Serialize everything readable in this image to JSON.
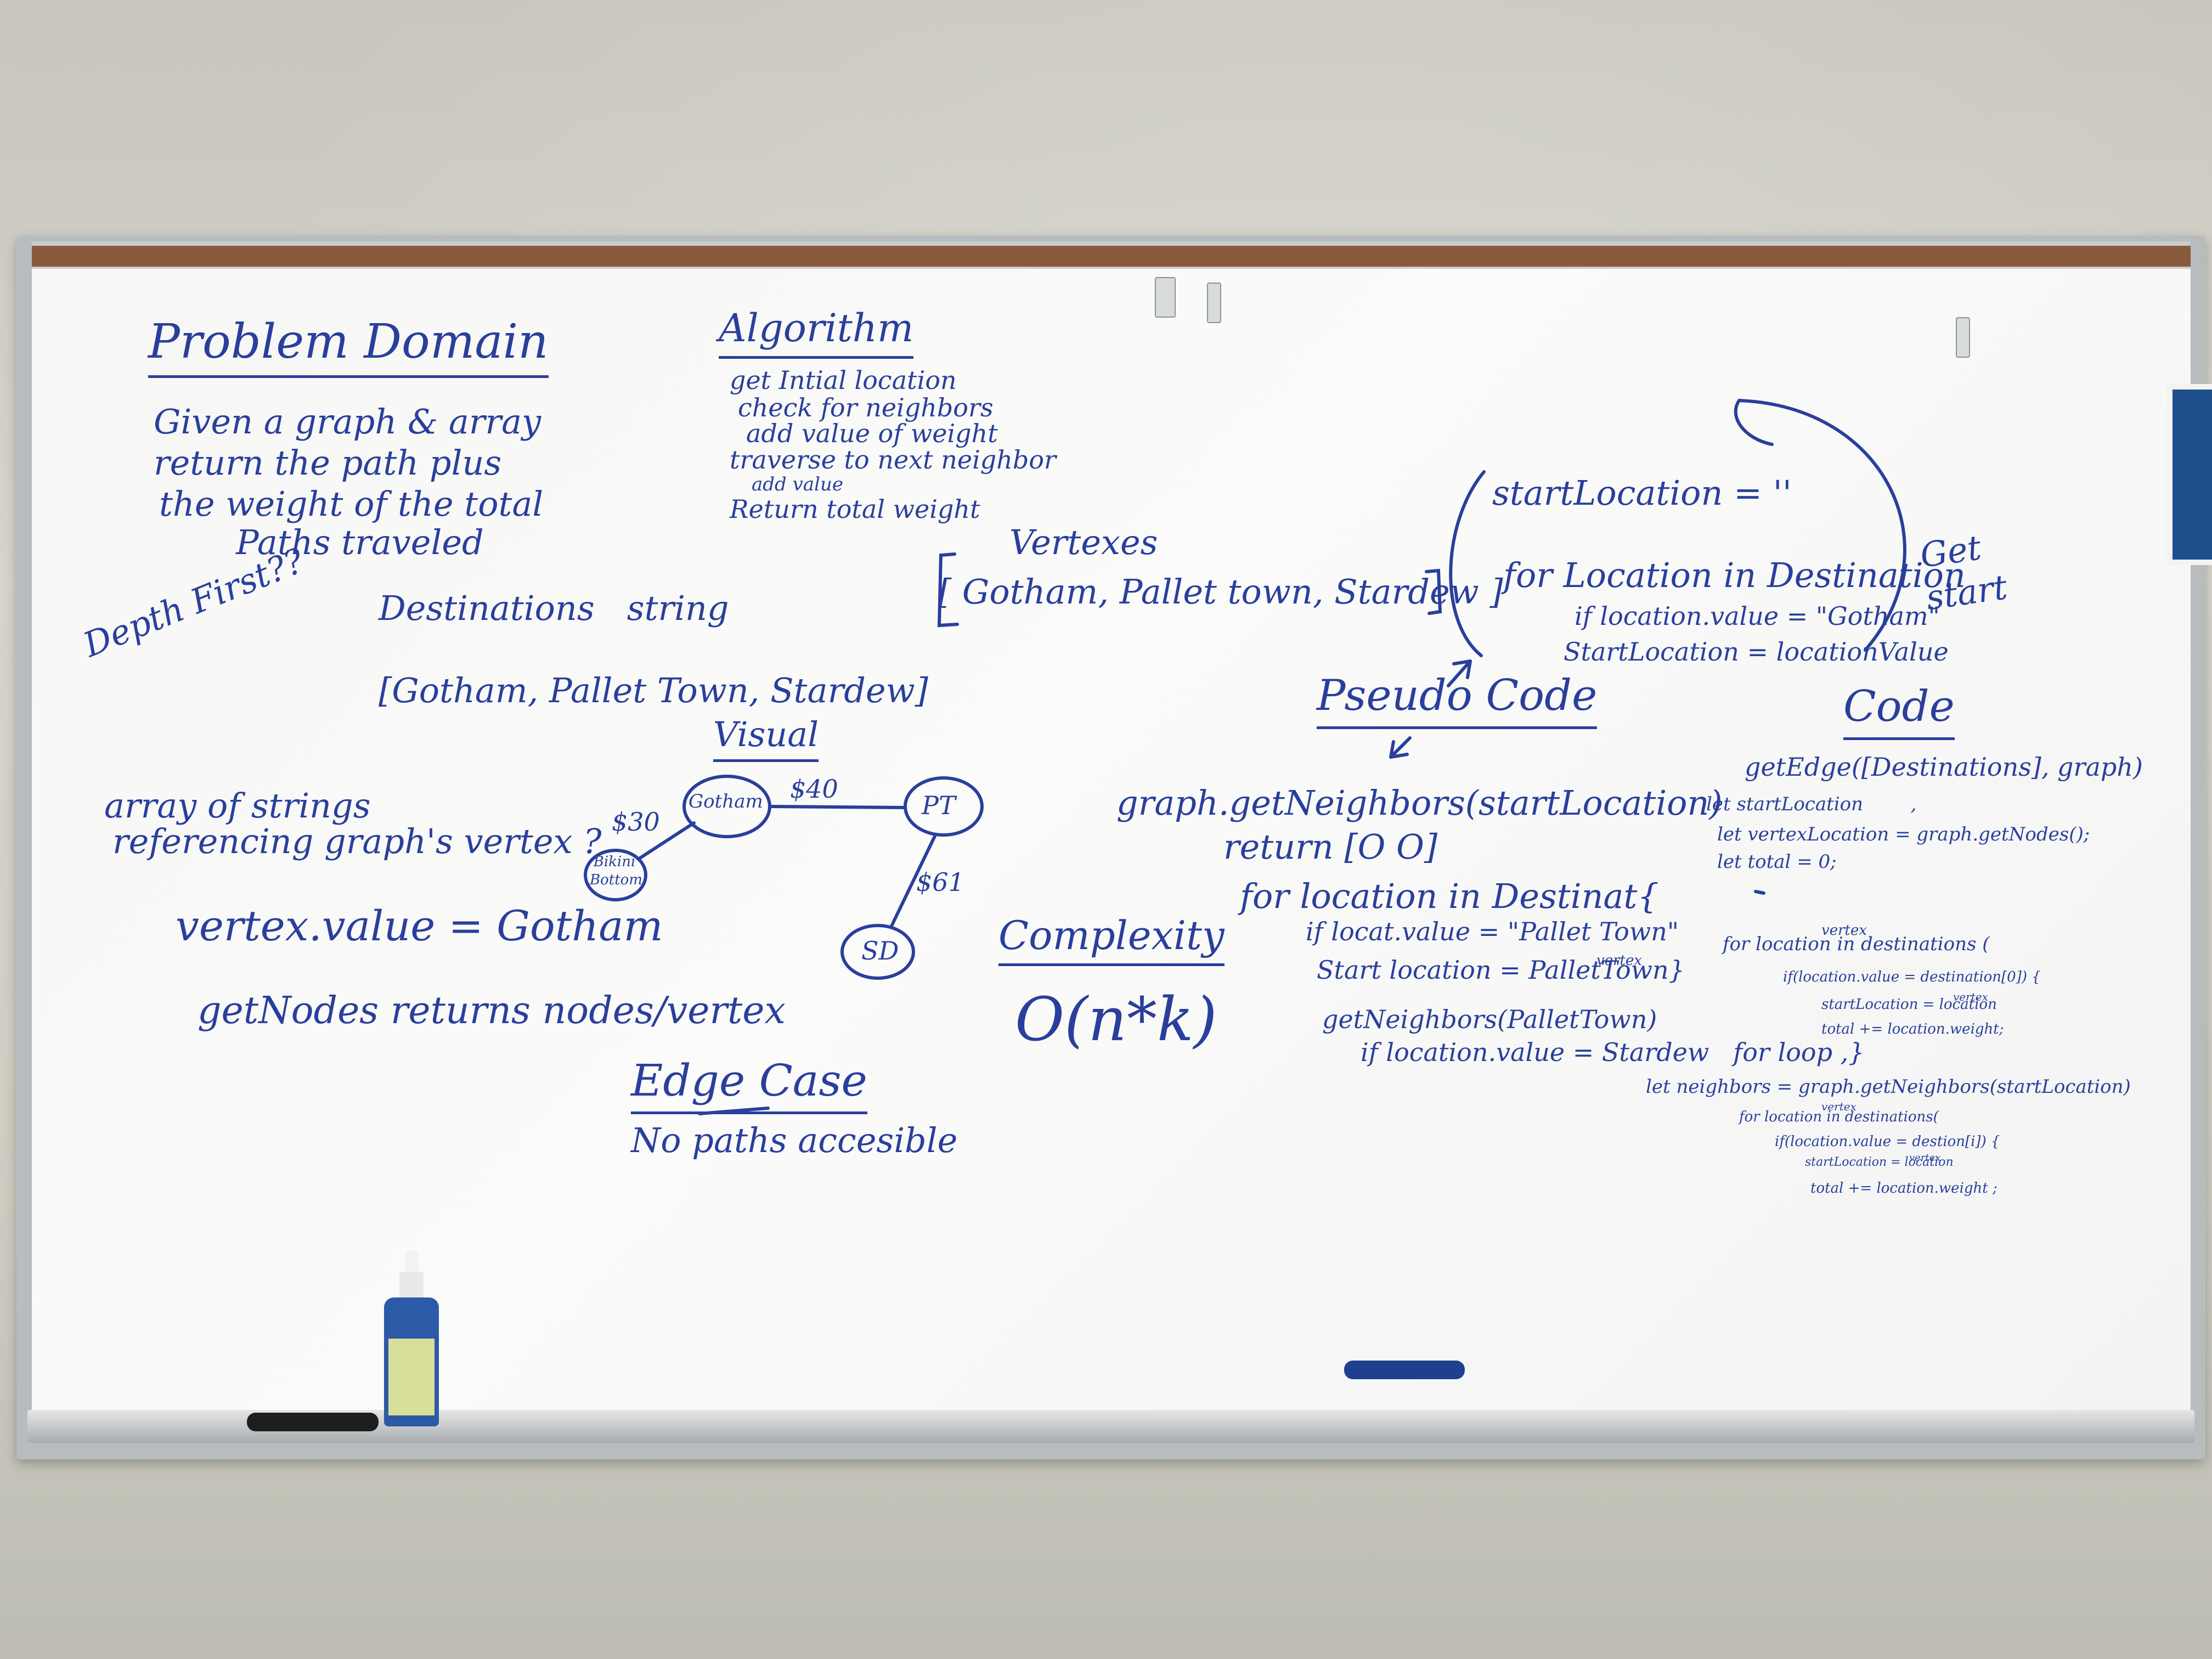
{
  "board": {
    "problem_domain": {
      "title": "Problem Domain",
      "lines": [
        "Given a graph & array",
        "return the path plus",
        "the weight of the total",
        "Paths traveled"
      ]
    },
    "algorithm": {
      "title": "Algorithm",
      "lines": [
        "get Intial location",
        "check for neighbors",
        "add value of weight",
        "traverse to next neighbor",
        "add value",
        "Return total weight"
      ]
    },
    "depth_first": "Depth First??",
    "destinations": {
      "title": "Destinations   string",
      "array": "[Gotham, Pallet Town, Stardew]"
    },
    "vertexes": {
      "title": "Vertexes",
      "array": "[ Gotham, Pallet town, Stardew ]"
    },
    "start_location_code": {
      "lines": [
        "startLocation = ''",
        "for Location in Destination",
        "if location.value = \"Gotham\"",
        "StartLocation = locationValue"
      ],
      "note": "Get start"
    },
    "visual": {
      "title": "Visual",
      "nodes": [
        "Gotham",
        "PT",
        "Bikini Bottom",
        "SD"
      ],
      "edges": [
        "$40",
        "$30",
        "$61"
      ]
    },
    "notes": [
      "array of strings",
      "referencing graph's vertex ?",
      "vertex.value = Gotham",
      "getNodes returns nodes/vertex"
    ],
    "edge_case": {
      "title": "Edge Case",
      "text": "No paths accesible"
    },
    "complexity": {
      "title": "Complexity",
      "value": "O(n*k)"
    },
    "pseudo_code": {
      "title": "Pseudo Code",
      "lines": [
        "graph.getNeighbors(startLocation)",
        "return [O O]",
        "for location in Destinat{",
        "if locat.value = \"Pallet Town\"",
        "Start location = PalletTown}",
        "vertex",
        "getNeighbors(PalletTown)",
        "if location.value = Stardew   for loop ,}"
      ]
    },
    "code": {
      "title": "Code",
      "lines": [
        "getEdge([Destinations], graph)",
        "let startLocation        ,",
        "let vertexLocation = graph.getNodes();",
        "let total = 0;",
        "for location in destinations (",
        "if(location.value = destination[0]) {",
        "startLocation = location",
        "total += location.weight;",
        "let neighbors = graph.getNeighbors(startLocation)",
        "for location in destinations(",
        "if(location.value = destion[i]) {",
        "startLocation = location",
        "total += location.weight ;"
      ],
      "superscripts": [
        "vertex",
        "vertex",
        "vertex",
        "vertex"
      ]
    }
  },
  "colors": {
    "ink": "#2a3f9c",
    "board": "#f7f7f5",
    "wall": "#d2d0c6",
    "cork": "#8a5a3c"
  }
}
